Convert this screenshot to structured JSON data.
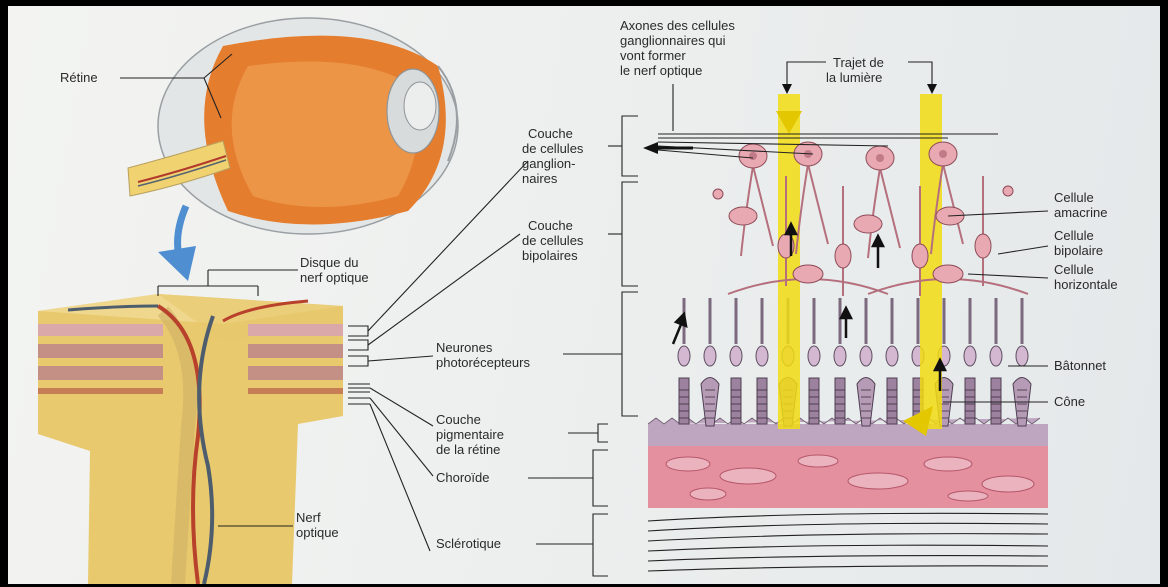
{
  "labels": {
    "retine": "Rétine",
    "disque_line1": "Disque du",
    "disque_line2": "nerf optique",
    "nerf_line1": "Nerf",
    "nerf_line2": "optique",
    "axones_line1": "Axones des cellules",
    "axones_line2": "ganglionnaires qui",
    "axones_line3": "vont former",
    "axones_line4": "le nerf optique",
    "trajet_line1": "Trajet de",
    "trajet_line2": "la lumière",
    "ganglion_line1": "Couche",
    "ganglion_line2": "de cellules",
    "ganglion_line3": "ganglion-",
    "ganglion_line4": "naires",
    "bipol_layer_line1": "Couche",
    "bipol_layer_line2": "de cellules",
    "bipol_layer_line3": "bipolaires",
    "photo_line1": "Neurones",
    "photo_line2": "photorécepteurs",
    "pigment_line1": "Couche",
    "pigment_line2": "pigmentaire",
    "pigment_line3": "de la rétine",
    "choroide": "Choroïde",
    "sclerotique": "Sclérotique",
    "amacrine_line1": "Cellule",
    "amacrine_line2": "amacrine",
    "bipolaire_line1": "Cellule",
    "bipolaire_line2": "bipolaire",
    "horiz_line1": "Cellule",
    "horiz_line2": "horizontale",
    "batonnet": "Bâtonnet",
    "cone": "Cône"
  },
  "colors": {
    "frame": "#000000",
    "light_beam": "#f2dc12",
    "neuron": "#e8a9b2",
    "choroid": "#e5909f",
    "nerve": "#e8cf7a",
    "eye_outer": "#e0e3e3",
    "eye_inner": "#e07a2c"
  },
  "icons": [
    "eye-cross-section-illustration",
    "retina-block-illustration",
    "down-left-arrow-icon",
    "light-path-arrow-icon",
    "signal-direction-arrow-icon"
  ]
}
